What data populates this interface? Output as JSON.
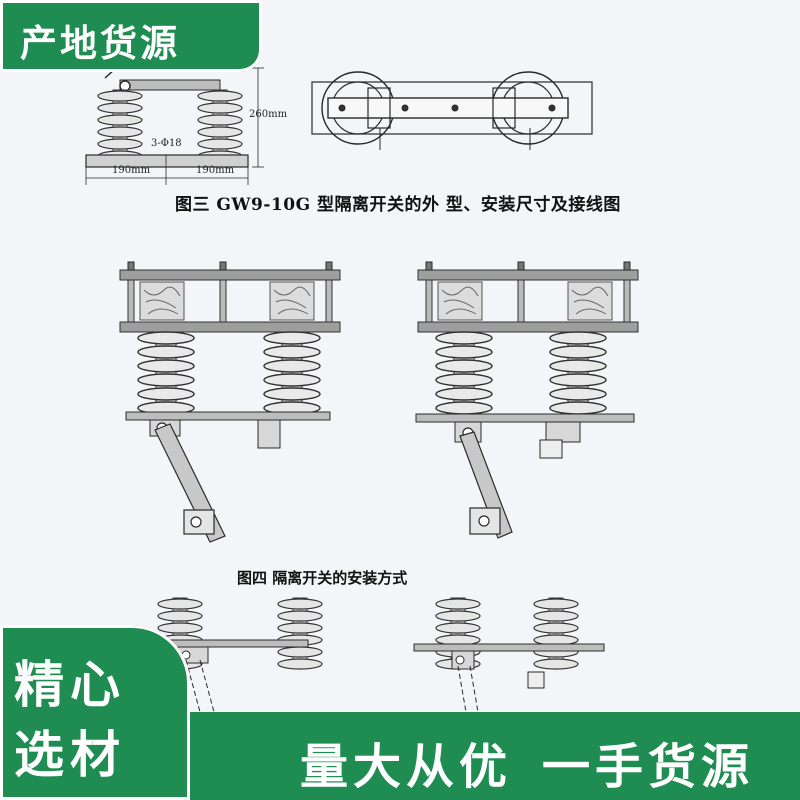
{
  "badges": {
    "top_left": "产地货源",
    "corner_line1": "精心",
    "corner_line2": "选材",
    "banner_part1": "量大从优",
    "banner_part2": "一手货源"
  },
  "figure3": {
    "caption": "图三 GW9-10G 型隔离开关的外 型、安装尺寸及接线图",
    "dim_height": "260mm",
    "dim_holes": "3-Φ18",
    "dim_width_left": "190mm",
    "dim_width_right": "190mm"
  },
  "figure4": {
    "caption": "图四 隔离开关的安装方式"
  },
  "colors": {
    "brand_green": "#1f8d52",
    "line": "#2a2a2a",
    "paper": "#f3f5f8"
  }
}
